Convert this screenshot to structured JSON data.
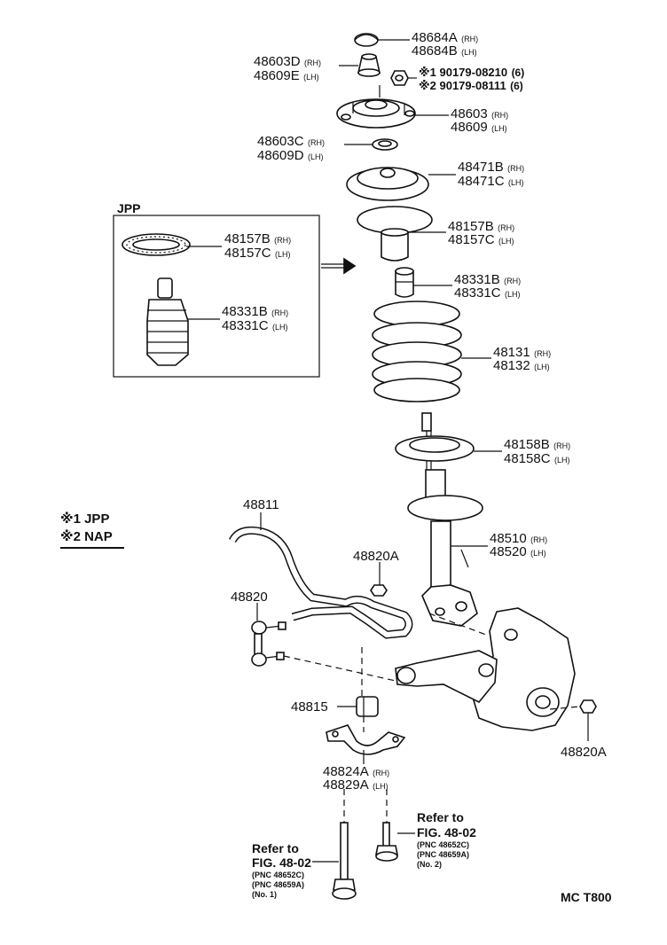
{
  "legend": {
    "mark1": "※1 JPP",
    "mark2": "※2 NAP"
  },
  "inset_label": "JPP",
  "parts": [
    {
      "num": "48684A",
      "sfx": "(RH)"
    },
    {
      "num": "48684B",
      "sfx": "(LH)"
    },
    {
      "num": "48603D",
      "sfx": "(RH)"
    },
    {
      "num": "48609E",
      "sfx": "(LH)"
    },
    {
      "num": "※1 90179-08210",
      "sfx": "(6)"
    },
    {
      "num": "※2 90179-08111",
      "sfx": "(6)"
    },
    {
      "num": "48603",
      "sfx": "(RH)"
    },
    {
      "num": "48609",
      "sfx": "(LH)"
    },
    {
      "num": "48603C",
      "sfx": "(RH)"
    },
    {
      "num": "48609D",
      "sfx": "(LH)"
    },
    {
      "num": "48471B",
      "sfx": "(RH)"
    },
    {
      "num": "48471C",
      "sfx": "(LH)"
    },
    {
      "num": "48157B",
      "sfx": "(RH)"
    },
    {
      "num": "48157C",
      "sfx": "(LH)"
    },
    {
      "num": "48331B",
      "sfx": "(RH)"
    },
    {
      "num": "48331C",
      "sfx": "(LH)"
    },
    {
      "num": "48131",
      "sfx": "(RH)"
    },
    {
      "num": "48132",
      "sfx": "(LH)"
    },
    {
      "num": "48158B",
      "sfx": "(RH)"
    },
    {
      "num": "48158C",
      "sfx": "(LH)"
    },
    {
      "num": "48510",
      "sfx": "(RH)"
    },
    {
      "num": "48520",
      "sfx": "(LH)"
    },
    {
      "num": "48157B",
      "sfx": "(RH)"
    },
    {
      "num": "48157C",
      "sfx": "(LH)"
    },
    {
      "num": "48331B",
      "sfx": "(RH)"
    },
    {
      "num": "48331C",
      "sfx": "(LH)"
    },
    {
      "num": "48811",
      "sfx": ""
    },
    {
      "num": "48820A",
      "sfx": ""
    },
    {
      "num": "48820",
      "sfx": ""
    },
    {
      "num": "48815",
      "sfx": ""
    },
    {
      "num": "48820A",
      "sfx": ""
    },
    {
      "num": "48824A",
      "sfx": "(RH)"
    },
    {
      "num": "48829A",
      "sfx": "(LH)"
    }
  ],
  "refs": {
    "right": {
      "line1": "Refer to",
      "line2": "FIG. 48-02",
      "note1": "(PNC 48652C)",
      "note2": "(PNC 48659A)",
      "note3": "(No. 2)"
    },
    "left": {
      "line1": "Refer to",
      "line2": "FIG. 48-02",
      "note1": "(PNC 48652C)",
      "note2": "(PNC 48659A)",
      "note3": "(No. 1)"
    }
  },
  "figure_code": "MC T800"
}
